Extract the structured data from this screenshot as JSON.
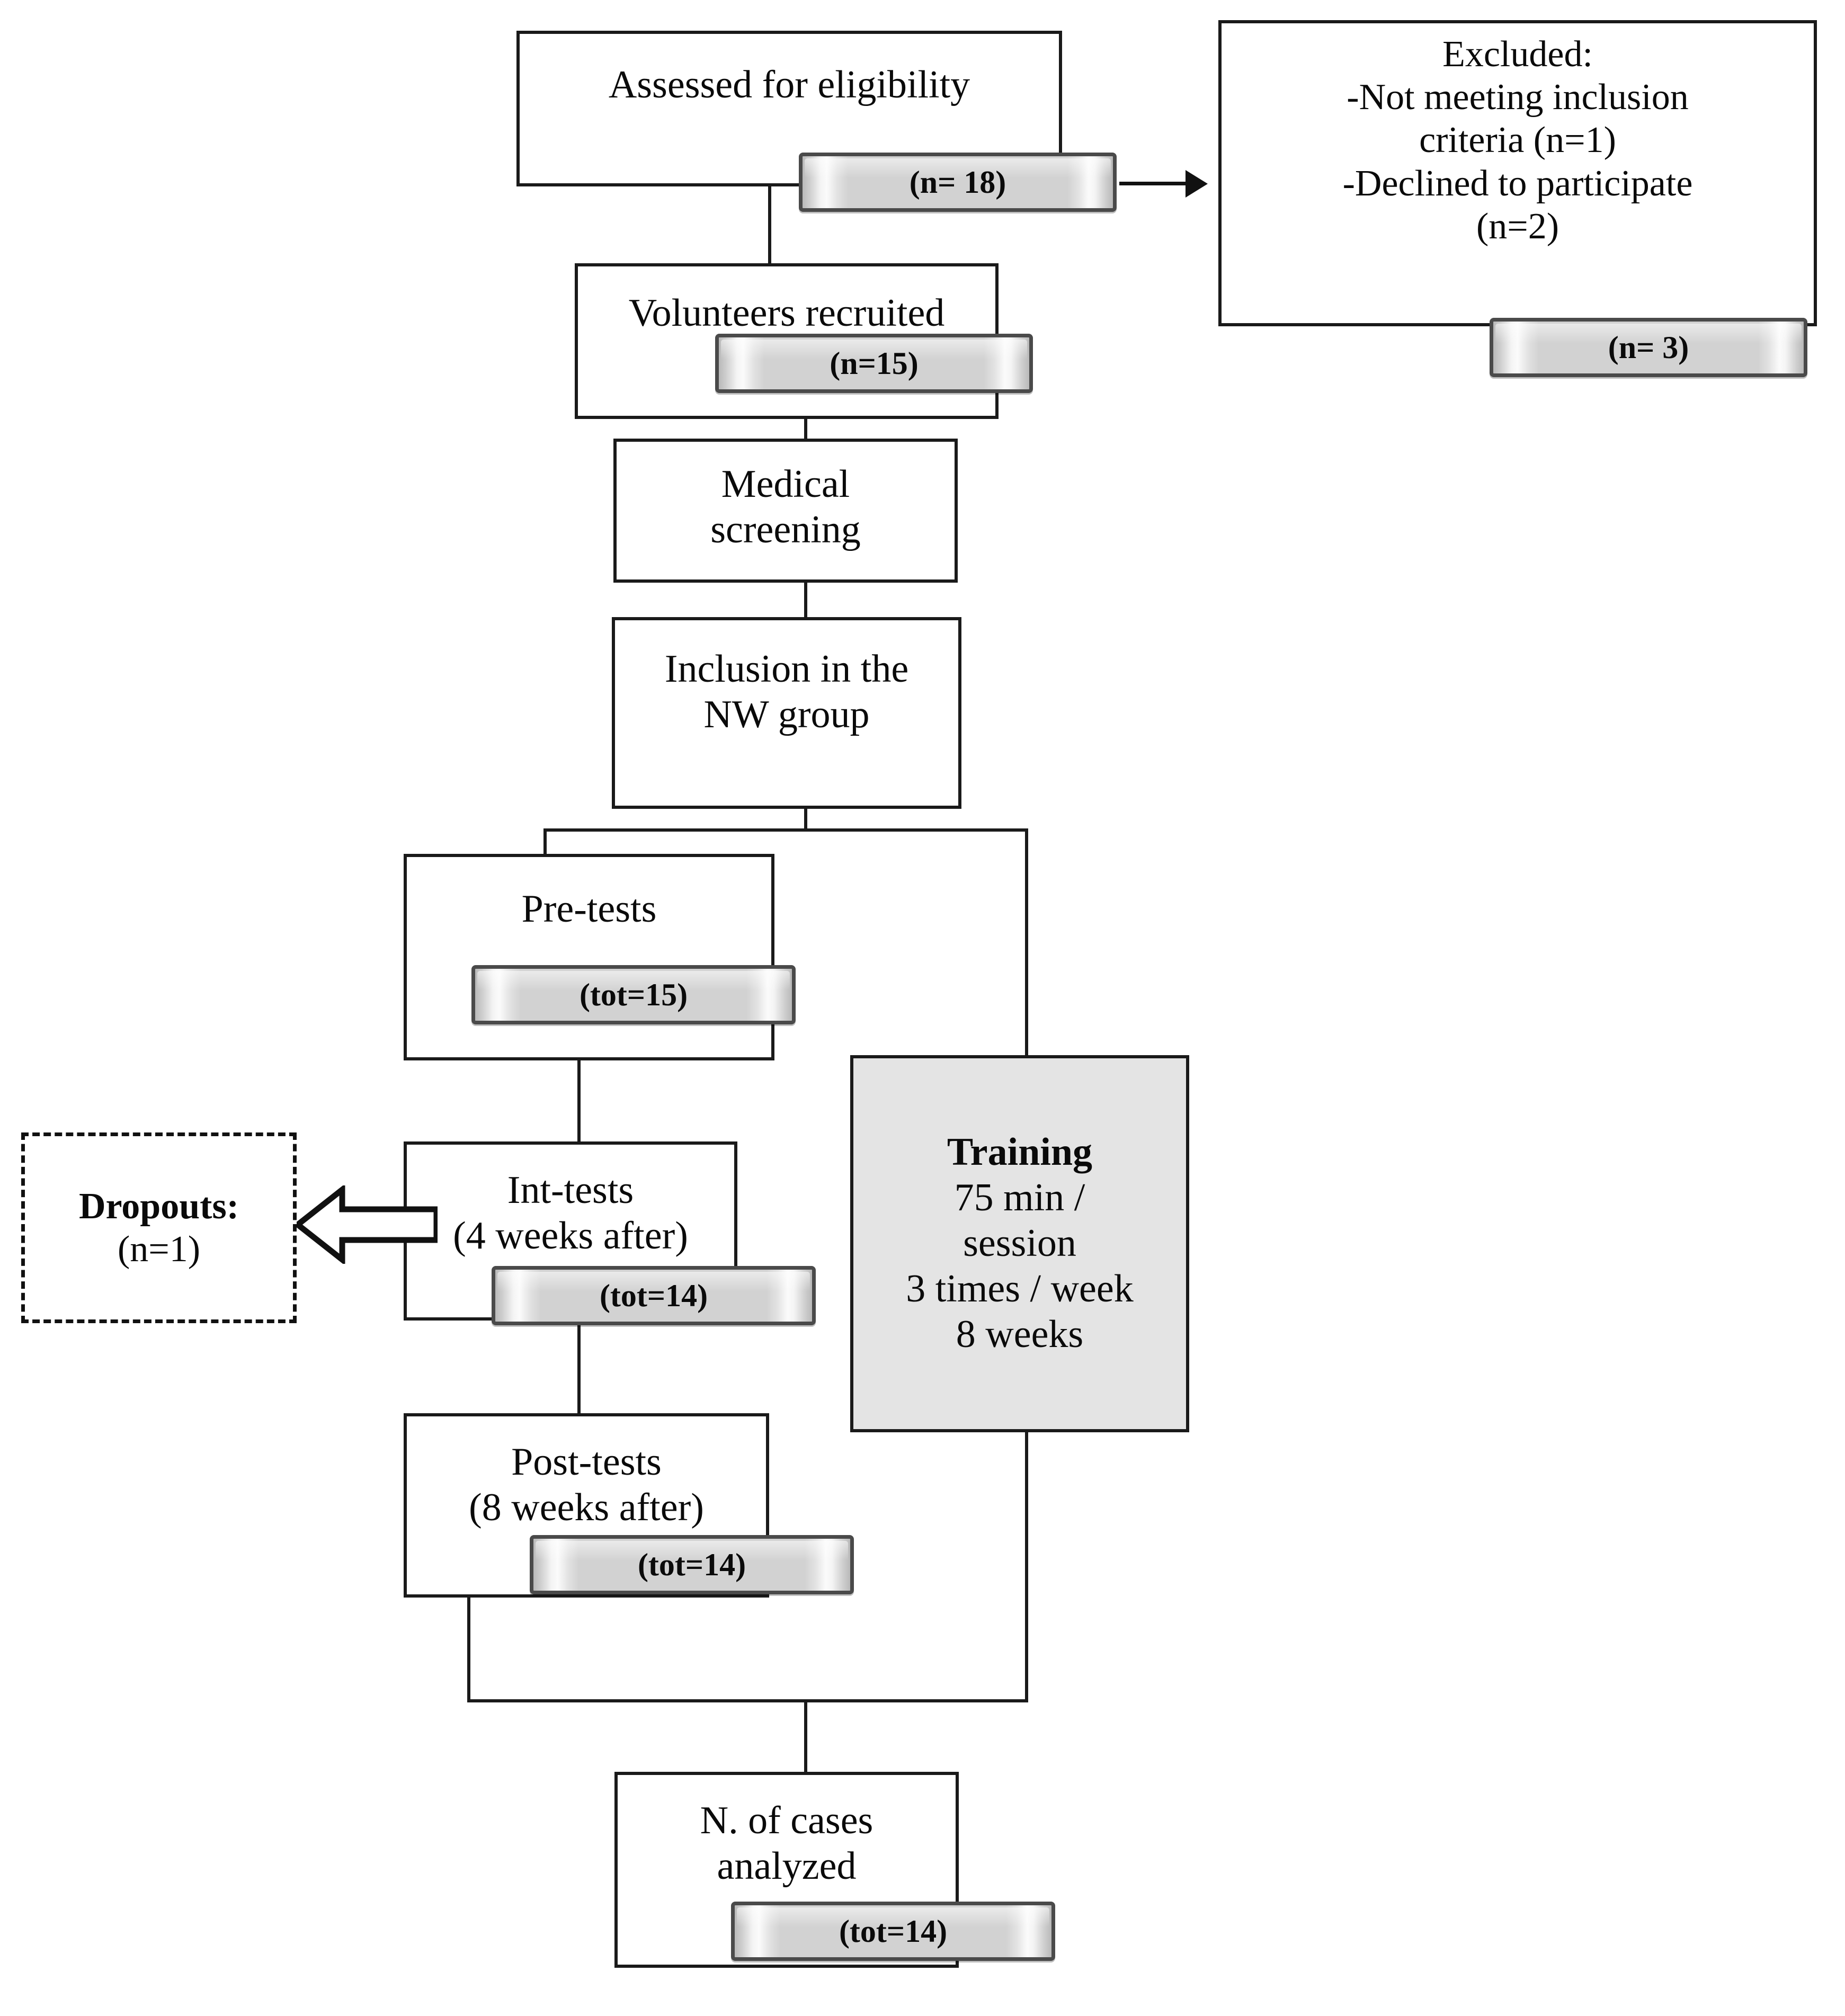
{
  "diagram": {
    "title": "Study participant flow diagram (CONSORT-style)",
    "type": "flowchart",
    "nodes": [
      {
        "id": "assessed",
        "label": "Assessed for eligibility",
        "badge": "(n= 18)"
      },
      {
        "id": "excluded",
        "label": "Excluded:\n-Not meeting inclusion\ncriteria (n=1)\n-Declined to participate\n(n=2)",
        "badge": "(n= 3)"
      },
      {
        "id": "volunteers",
        "label": "Volunteers recruited",
        "badge": "(n=15)"
      },
      {
        "id": "medical",
        "label": "Medical\nscreening",
        "badge": ""
      },
      {
        "id": "inclusion",
        "label": "Inclusion in the\nNW group",
        "badge": ""
      },
      {
        "id": "pretests",
        "label": "Pre-tests",
        "badge": "(tot=15)"
      },
      {
        "id": "inttests",
        "label": "Int-tests\n(4 weeks after)",
        "badge": "(tot=14)"
      },
      {
        "id": "posttests",
        "label": "Post-tests\n(8 weeks after)",
        "badge": "(tot=14)"
      },
      {
        "id": "analyzed",
        "label": "N. of cases\nanalyzed",
        "badge": "(tot=14)"
      },
      {
        "id": "training",
        "label_bold": "Training",
        "label": "75 min /\nsession\n3 times / week\n8 weeks",
        "badge": ""
      },
      {
        "id": "dropouts",
        "label_bold": "Dropouts:",
        "label": "(n=1)",
        "badge": ""
      }
    ],
    "colors": {
      "stroke": "#1a1a1a",
      "badge_border": "#4a4a4a",
      "badge_fill": "#d2d2d2",
      "training_fill": "#e4e4e4",
      "page_background": "#ffffff",
      "text": "#0a0a0a"
    }
  }
}
